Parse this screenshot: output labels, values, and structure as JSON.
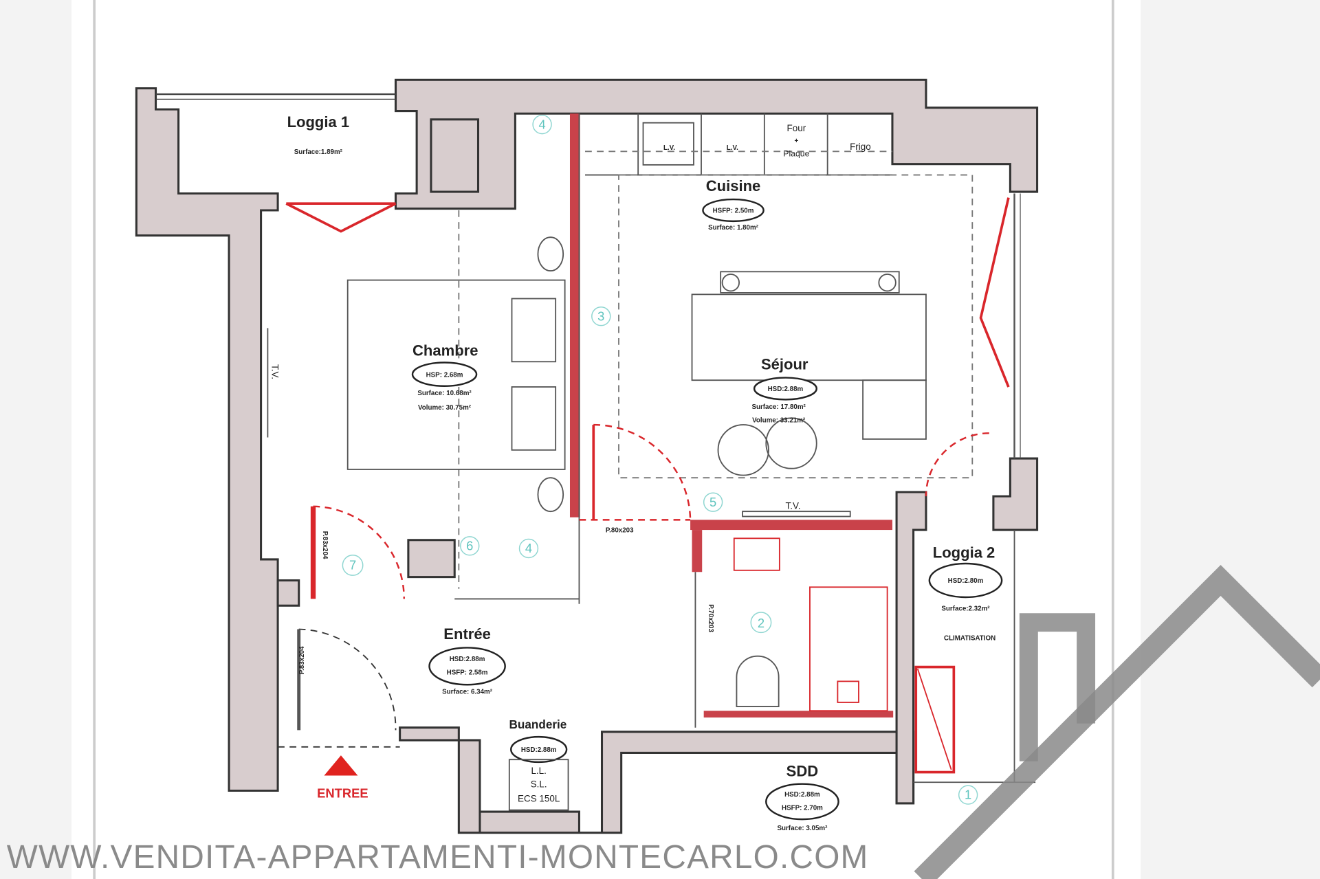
{
  "rooms": {
    "loggia1": {
      "name": "Loggia 1",
      "surface": "Surface:1.89m²"
    },
    "cuisine": {
      "name": "Cuisine",
      "height": "HSFP: 2.50m",
      "surface": "Surface: 1.80m²"
    },
    "chambre": {
      "name": "Chambre",
      "height": "HSP: 2.68m",
      "surface": "Surface: 10.68m²",
      "volume": "Volume: 30.75m²"
    },
    "sejour": {
      "name": "Séjour",
      "height": "HSD:2.88m",
      "surface": "Surface: 17.80m²",
      "volume": "Volume: 33.21m²"
    },
    "entree": {
      "name": "Entrée",
      "height1": "HSD:2.88m",
      "height2": "HSFP: 2.58m",
      "surface": "Surface: 6.34m²"
    },
    "buanderie": {
      "name": "Buanderie",
      "height": "HSD:2.88m",
      "items": [
        "L.L.",
        "S.L.",
        "ECS 150L"
      ]
    },
    "sdd": {
      "name": "SDD",
      "height1": "HSD:2.88m",
      "height2": "HSFP: 2.70m",
      "surface": "Surface: 3.05m²"
    },
    "loggia2": {
      "name": "Loggia 2",
      "height": "HSD:2.80m",
      "surface": "Surface:2.32m²",
      "note": "CLIMATISATION"
    }
  },
  "kitchen_units": {
    "lv": "L.V.",
    "four": "Four",
    "plus": "+",
    "plaque": "Plaque",
    "frigo": "Frigo"
  },
  "tv": "T.V.",
  "doors": {
    "sejour": "P.80x203",
    "sdd": "P.70x203",
    "chambre": "P.83x204",
    "entree": "P.83x204"
  },
  "entrance_label": "ENTREE",
  "markers": [
    "1",
    "2",
    "3",
    "4",
    "5",
    "6",
    "7"
  ],
  "watermark": "WWW.VENDITA-APPARTAMENTI-MONTECARLO.COM",
  "colors": {
    "accent": "#d9262b",
    "wall": "#d8cdce",
    "marker": "#5fc4be"
  }
}
